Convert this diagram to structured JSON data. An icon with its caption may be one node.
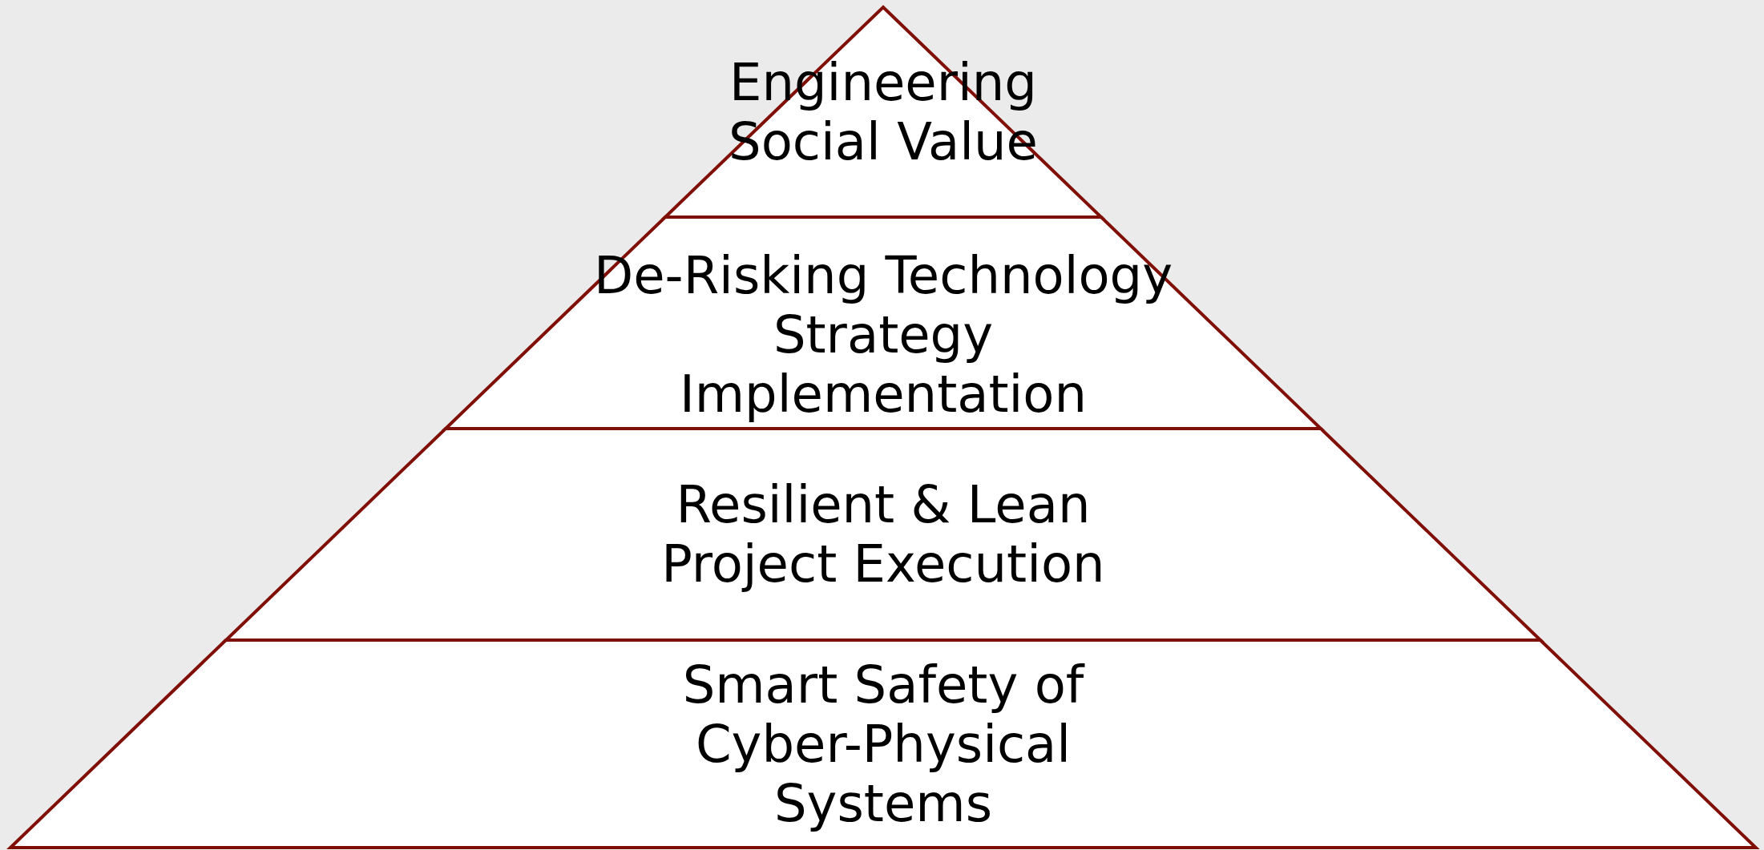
{
  "diagram": {
    "nodes": [
      {
        "text": [
          "Engineering Social Value"
        ]
      },
      {
        "text": [
          "De-Risking Technology Strategy Implementation"
        ]
      },
      {
        "text": [
          "Resilient & Lean Project Execution"
        ]
      },
      {
        "text": [
          "Smart Safety of Cyber-Physical Systems"
        ]
      }
    ]
  }
}
